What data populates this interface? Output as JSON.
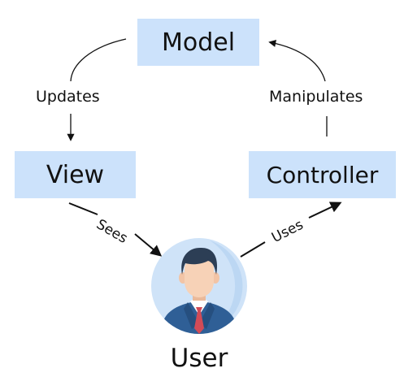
{
  "nodes": {
    "model": "Model",
    "view": "View",
    "controller": "Controller",
    "user": "User"
  },
  "edges": {
    "updates": "Updates",
    "manipulates": "Manipulates",
    "sees": "Sees",
    "uses": "Uses"
  },
  "colors": {
    "node_fill": "#cce2fb",
    "avatar_bg": "#cfe3f8",
    "suit": "#2f5f96",
    "tie": "#d24b57",
    "hair": "#2c3e55",
    "skin": "#f7d2b7",
    "arrow": "#111111"
  },
  "icons": {
    "user_avatar": "businessman-icon"
  }
}
